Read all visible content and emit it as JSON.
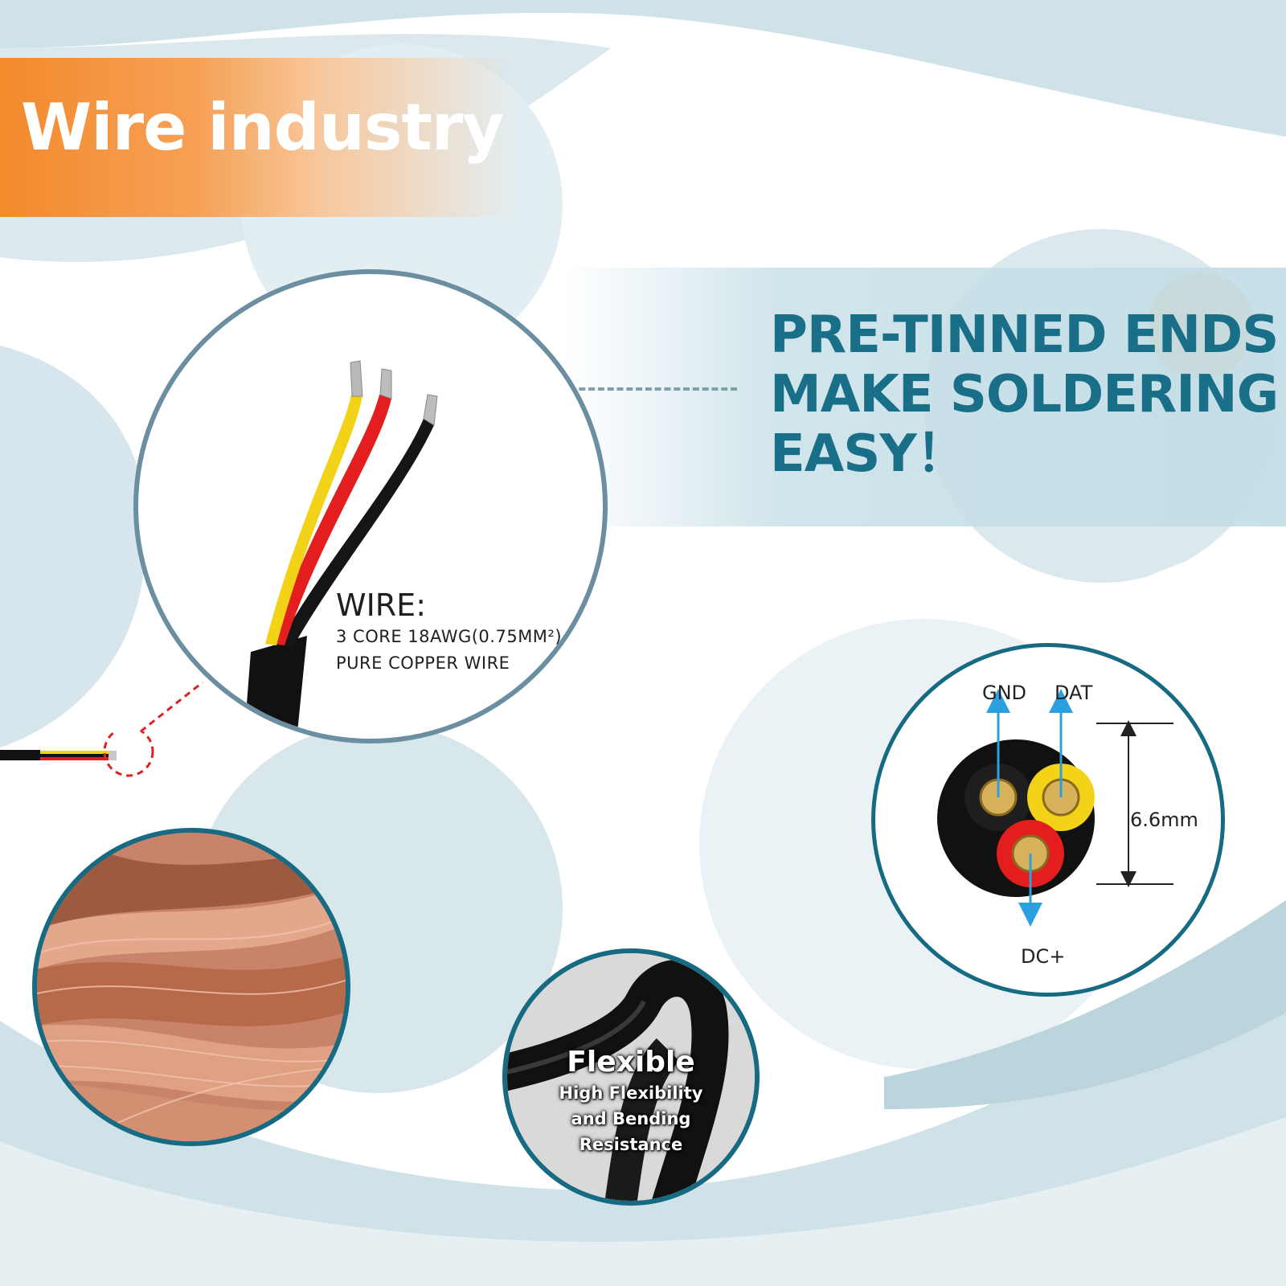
{
  "banner": {
    "title": "Wire industry"
  },
  "headline": {
    "lines": [
      "PRE-TINNED ENDS",
      "MAKE SOLDERING",
      "EASY！"
    ]
  },
  "wire_callout": {
    "title": "WIRE:",
    "spec_line1": "3 CORE 18AWG(0.75MM²)",
    "spec_line2": "PURE COPPER WIRE"
  },
  "cross_section": {
    "label_gnd": "GND",
    "label_dat": "DAT",
    "label_dc": "DC+",
    "diameter": "6.6mm"
  },
  "flexible": {
    "title": "Flexible",
    "line1": "High Flexibility",
    "line2": "and Bending",
    "line3": "Resistance"
  },
  "colors": {
    "accent_orange": "#f38a2c",
    "teal": "#1a6f88",
    "wire_yellow": "#f2d318",
    "wire_red": "#e41e1e",
    "wire_black": "#111111"
  }
}
